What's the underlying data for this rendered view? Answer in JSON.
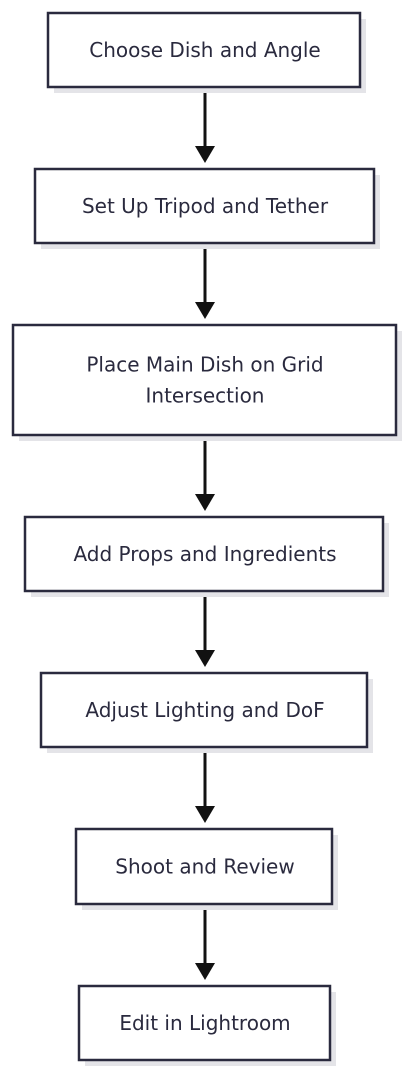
{
  "flowchart": {
    "steps": [
      {
        "label": [
          "Choose Dish and Angle"
        ]
      },
      {
        "label": [
          "Set Up Tripod and Tether"
        ]
      },
      {
        "label": [
          "Place Main Dish on Grid",
          "Intersection"
        ]
      },
      {
        "label": [
          "Add Props and Ingredients"
        ]
      },
      {
        "label": [
          "Adjust Lighting and DoF"
        ]
      },
      {
        "label": [
          "Shoot and Review"
        ]
      },
      {
        "label": [
          "Edit in Lightroom"
        ]
      }
    ],
    "colors": {
      "border": "#2a2a3e",
      "text": "#2a2a3e",
      "arrow": "#111111",
      "fill": "#ffffff",
      "shadow": "#e4e4e8"
    }
  }
}
